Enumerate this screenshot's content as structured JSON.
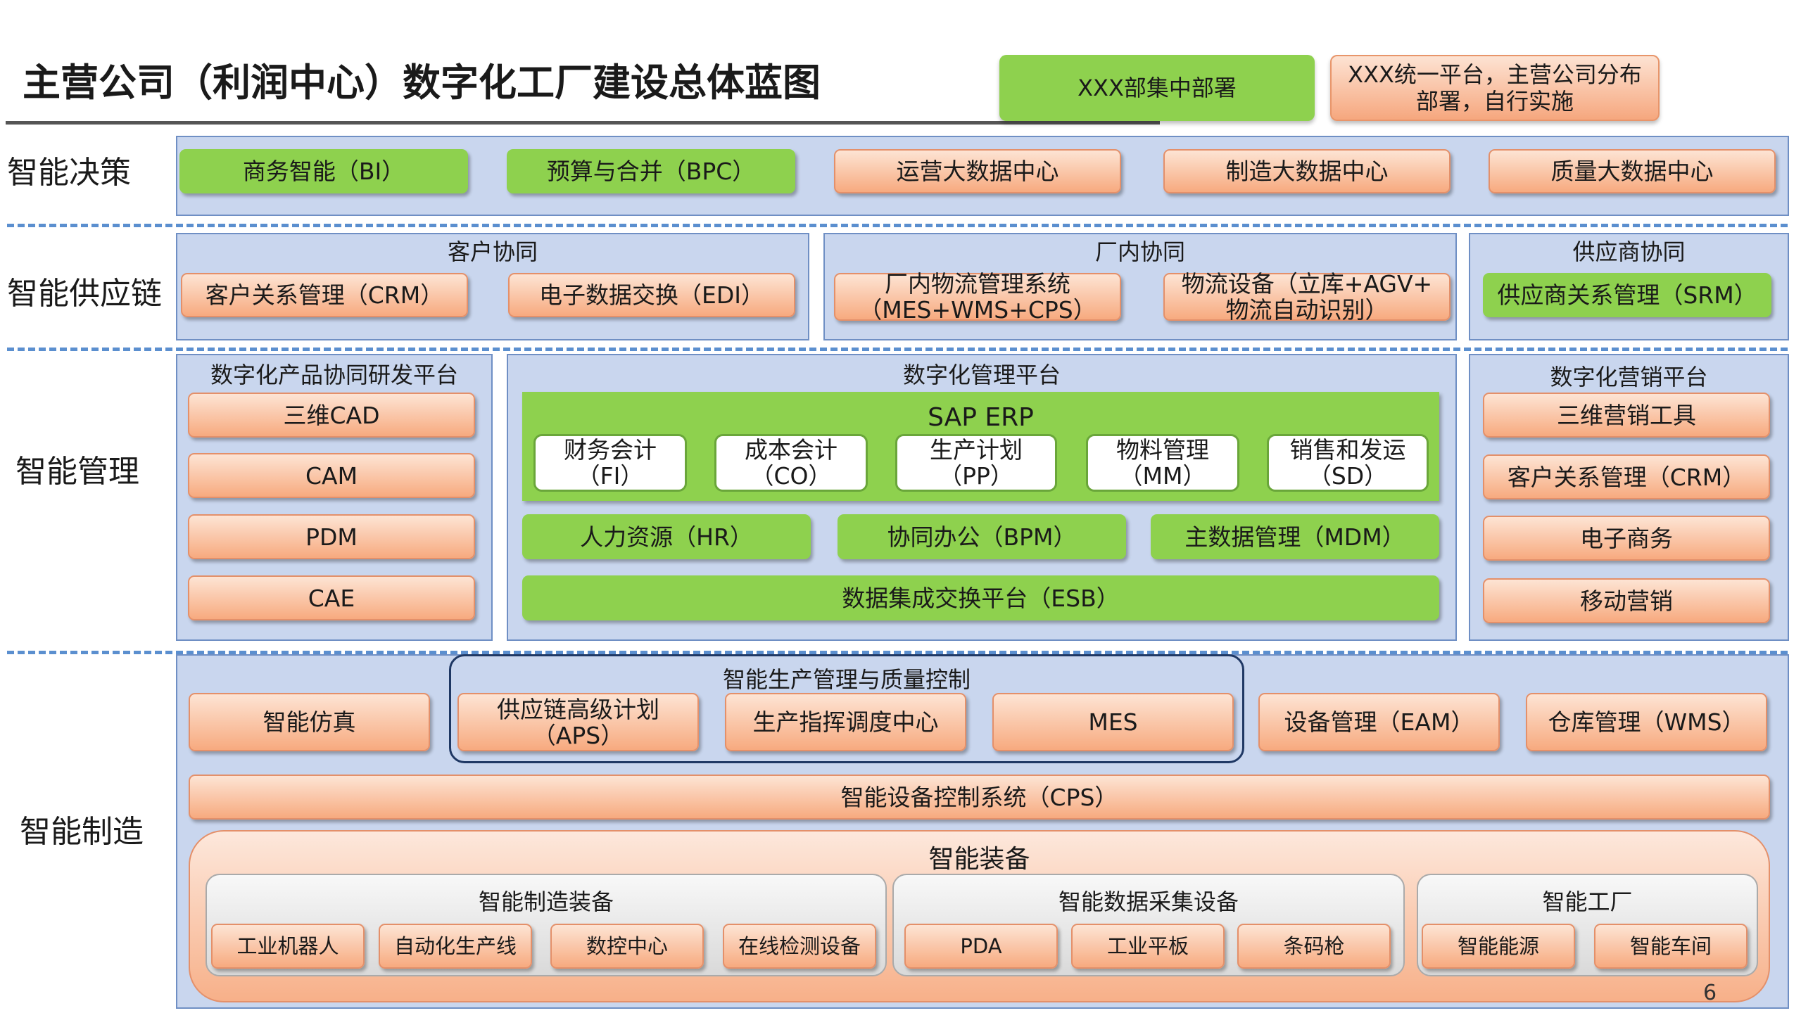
{
  "title": "主营公司（利润中心）数字化工厂建设总体蓝图",
  "legend": {
    "central": "XXX部集中部署",
    "distributed_line1": "XXX统一平台，主营公司分布",
    "distributed_line2": "部署，自行实施"
  },
  "colors": {
    "green": "#8ed14e",
    "orange": "#f7aa7f",
    "panel": "#c9d6ee",
    "dash": "#5b8fcf"
  },
  "rows": {
    "decision": {
      "label": "智能决策",
      "items": [
        "商务智能（BI）",
        "预算与合并（BPC）",
        "运营大数据中心",
        "制造大数据中心",
        "质量大数据中心"
      ]
    },
    "supply": {
      "label": "智能供应链",
      "customer": {
        "title": "客户协同",
        "items": [
          "客户关系管理（CRM）",
          "电子数据交换（EDI）"
        ]
      },
      "factory": {
        "title": "厂内协同",
        "item1_l1": "厂内物流管理系统",
        "item1_l2": "（MES+WMS+CPS）",
        "item2_l1": "物流设备（立库+AGV+",
        "item2_l2": "物流自动识别）"
      },
      "supplier": {
        "title": "供应商协同",
        "items": [
          "供应商关系管理（SRM）"
        ]
      }
    },
    "management": {
      "label": "智能管理",
      "rd": {
        "title": "数字化产品协同研发平台",
        "items": [
          "三维CAD",
          "CAM",
          "PDM",
          "CAE"
        ]
      },
      "mgmt": {
        "title": "数字化管理平台",
        "erp": "SAP ERP",
        "modules": [
          {
            "l1": "财务会计",
            "l2": "（FI）"
          },
          {
            "l1": "成本会计",
            "l2": "（CO）"
          },
          {
            "l1": "生产计划",
            "l2": "（PP）"
          },
          {
            "l1": "物料管理",
            "l2": "（MM）"
          },
          {
            "l1": "销售和发运",
            "l2": "（SD）"
          }
        ],
        "row2": [
          "人力资源（HR）",
          "协同办公（BPM）",
          "主数据管理（MDM）"
        ],
        "esb": "数据集成交换平台（ESB）"
      },
      "marketing": {
        "title": "数字化营销平台",
        "items": [
          "三维营销工具",
          "客户关系管理（CRM）",
          "电子商务",
          "移动营销"
        ]
      }
    },
    "manufacturing": {
      "label": "智能制造",
      "sim": "智能仿真",
      "pq": {
        "title": "智能生产管理与质量控制",
        "aps_l1": "供应链高级计划",
        "aps_l2": "（APS）",
        "dispatch": "生产指挥调度中心",
        "mes": "MES"
      },
      "eam": "设备管理（EAM）",
      "wms": "仓库管理（WMS）",
      "cps": "智能设备控制系统（CPS）",
      "equipment": {
        "title": "智能装备",
        "groups": [
          {
            "title": "智能制造装备",
            "items": [
              "工业机器人",
              "自动化生产线",
              "数控中心",
              "在线检测设备"
            ]
          },
          {
            "title": "智能数据采集设备",
            "items": [
              "PDA",
              "工业平板",
              "条码枪"
            ]
          },
          {
            "title": "智能工厂",
            "items": [
              "智能能源",
              "智能车间"
            ]
          }
        ]
      }
    }
  },
  "page_number": "6"
}
